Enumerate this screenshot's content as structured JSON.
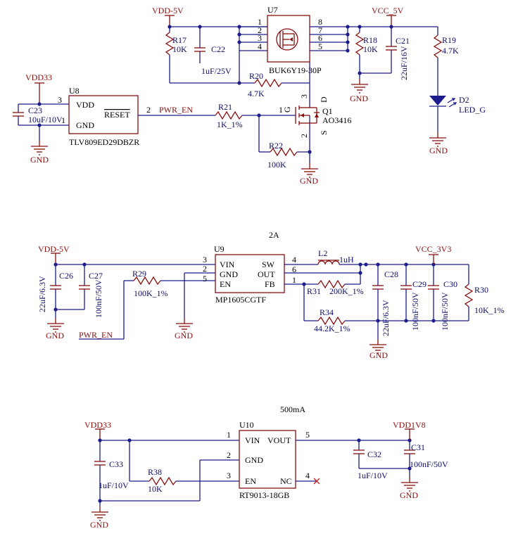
{
  "nets": {
    "vdd5v_top": "VDD-5V",
    "vcc5v": "VCC_5V",
    "vdd33_top": "VDD33",
    "pwr_en_top": "PWR_EN",
    "vdd5v_mid": "VDD-5V",
    "pwr_en_mid": "PWR_EN",
    "vcc3v3": "VCC_3V3",
    "vdd33_bot": "VDD33",
    "vdd1v8": "VDD1V8",
    "gnd": "GND"
  },
  "annotations": {
    "current_2a": "2A",
    "current_500ma": "500mA"
  },
  "u7": {
    "ref": "U7",
    "part": "BUK6Y19-30P",
    "pins": [
      "1",
      "2",
      "3",
      "4",
      "5",
      "6",
      "7",
      "8"
    ]
  },
  "u8": {
    "ref": "U8",
    "part": "TLV809ED29DBZR",
    "vdd": "VDD",
    "gnd": "GND",
    "reset": "RESET",
    "pin_vdd": "3",
    "pin_gnd": "1",
    "pin_reset": "2"
  },
  "q1": {
    "ref": "Q1",
    "part": "AO3416",
    "g": "G",
    "d": "D",
    "s": "S",
    "pin_g": "1",
    "pin_d": "3",
    "pin_s": "2"
  },
  "u9": {
    "ref": "U9",
    "part": "MP1605CGTF",
    "vin": "VIN",
    "gnd": "GND",
    "en": "EN",
    "sw": "SW",
    "out": "OUT",
    "fb": "FB",
    "pin_vin": "3",
    "pin_gnd": "2",
    "pin_en": "5",
    "pin_sw": "4",
    "pin_out": "6",
    "pin_fb": "1"
  },
  "u10": {
    "ref": "U10",
    "part": "RT9013-18GB",
    "vin": "VIN",
    "vout": "VOUT",
    "gnd": "GND",
    "en": "EN",
    "nc": "NC",
    "pin_vin": "1",
    "pin_gnd": "2",
    "pin_en": "3",
    "pin_vout": "5",
    "pin_nc": "4"
  },
  "parts": {
    "r17": {
      "ref": "R17",
      "val": "10K"
    },
    "c22": {
      "ref": "C22",
      "val": "1uF/25V"
    },
    "r20": {
      "ref": "R20",
      "val": "4.7K"
    },
    "r18": {
      "ref": "R18",
      "val": "10K"
    },
    "c21": {
      "ref": "C21",
      "val": "22uF/16V"
    },
    "r19": {
      "ref": "R19",
      "val": "4.7K"
    },
    "d2": {
      "ref": "D2",
      "val": "LED_G"
    },
    "c23": {
      "ref": "C23",
      "val": "10uF/10V"
    },
    "r21": {
      "ref": "R21",
      "val": "1K_1%"
    },
    "r22": {
      "ref": "R22",
      "val": "100K"
    },
    "c26": {
      "ref": "C26",
      "val": "22uF/6.3V"
    },
    "c27": {
      "ref": "C27",
      "val": "100nF/50V"
    },
    "r29": {
      "ref": "R29",
      "val": "100K_1%"
    },
    "l2": {
      "ref": "L2",
      "val": "1uH"
    },
    "r31": {
      "ref": "R31",
      "val": "200K_1%"
    },
    "r34": {
      "ref": "R34",
      "val": "44.2K_1%"
    },
    "c28": {
      "ref": "C28",
      "val": "22uF/6.3V"
    },
    "c29": {
      "ref": "C29",
      "val": "100nF/50V"
    },
    "c30": {
      "ref": "C30",
      "val": "100nF/50V"
    },
    "r30": {
      "ref": "R30",
      "val": "10K_1%"
    },
    "c33": {
      "ref": "C33",
      "val": "1uF/10V"
    },
    "r38": {
      "ref": "R38",
      "val": "10K"
    },
    "c32": {
      "ref": "C32",
      "val": "1uF/10V"
    },
    "c31": {
      "ref": "C31",
      "val": "100nF/50V"
    }
  }
}
